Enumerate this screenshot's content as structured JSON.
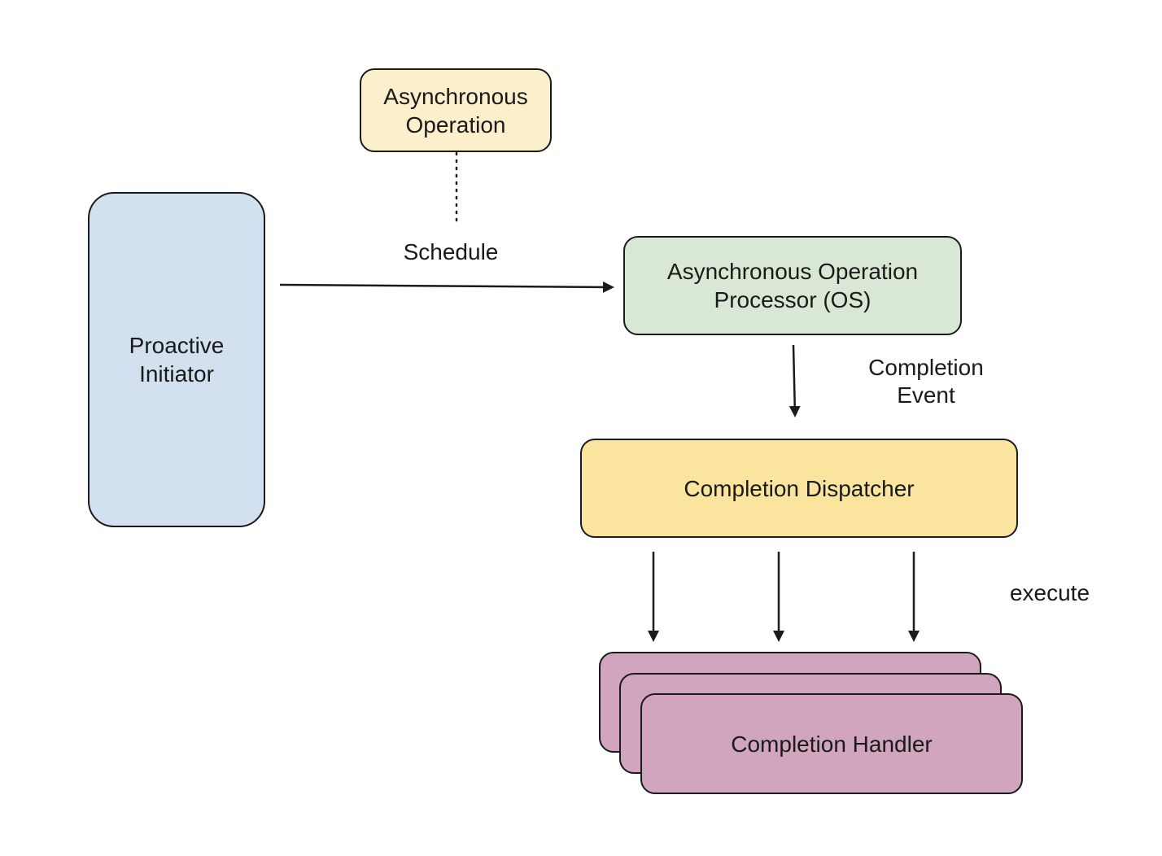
{
  "nodes": {
    "async_operation": {
      "line1": "Asynchronous",
      "line2": "Operation",
      "fill": "#FCEFCB"
    },
    "proactive_initiator": {
      "line1": "Proactive",
      "line2": "Initiator",
      "fill": "#D3E0F0"
    },
    "processor": {
      "line1": "Asynchronous Operation",
      "line2": "Processor (OS)",
      "fill": "#D9E8D4"
    },
    "dispatcher": {
      "label": "Completion Dispatcher",
      "fill": "#FAE49E"
    },
    "handler": {
      "label": "Completion Handler",
      "fill": "#D1A5BD"
    }
  },
  "edge_labels": {
    "schedule": "Schedule",
    "completion_event_line1": "Completion",
    "completion_event_line2": "Event",
    "execute": "execute"
  },
  "colors": {
    "stroke": "#1a1a1a"
  }
}
